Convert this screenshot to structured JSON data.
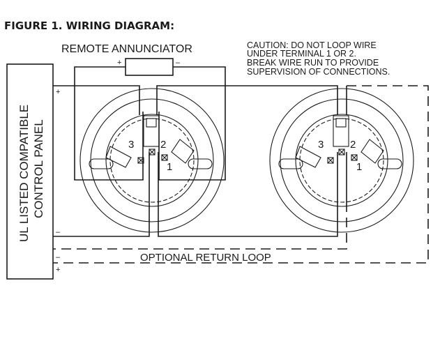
{
  "title": "FIGURE 1. WIRING DIAGRAM:",
  "annunciator": {
    "label": "REMOTE ANNUNCIATOR",
    "plus": "+",
    "minus": "–"
  },
  "caution": [
    "CAUTION: DO NOT LOOP WIRE",
    "UNDER TERMINAL 1 OR 2.",
    "BREAK WIRE RUN TO PROVIDE",
    "SUPERVISION OF CONNECTIONS."
  ],
  "panel": {
    "line1": "UL LISTED COMPATIBLE",
    "line2": "CONTROL PANEL",
    "terminals": [
      "+",
      "–",
      "–",
      "+"
    ]
  },
  "detectors": [
    {
      "terminals": [
        "3",
        "2",
        "1"
      ]
    },
    {
      "terminals": [
        "3",
        "2",
        "1"
      ]
    }
  ],
  "return_loop_label": "OPTIONAL RETURN LOOP"
}
